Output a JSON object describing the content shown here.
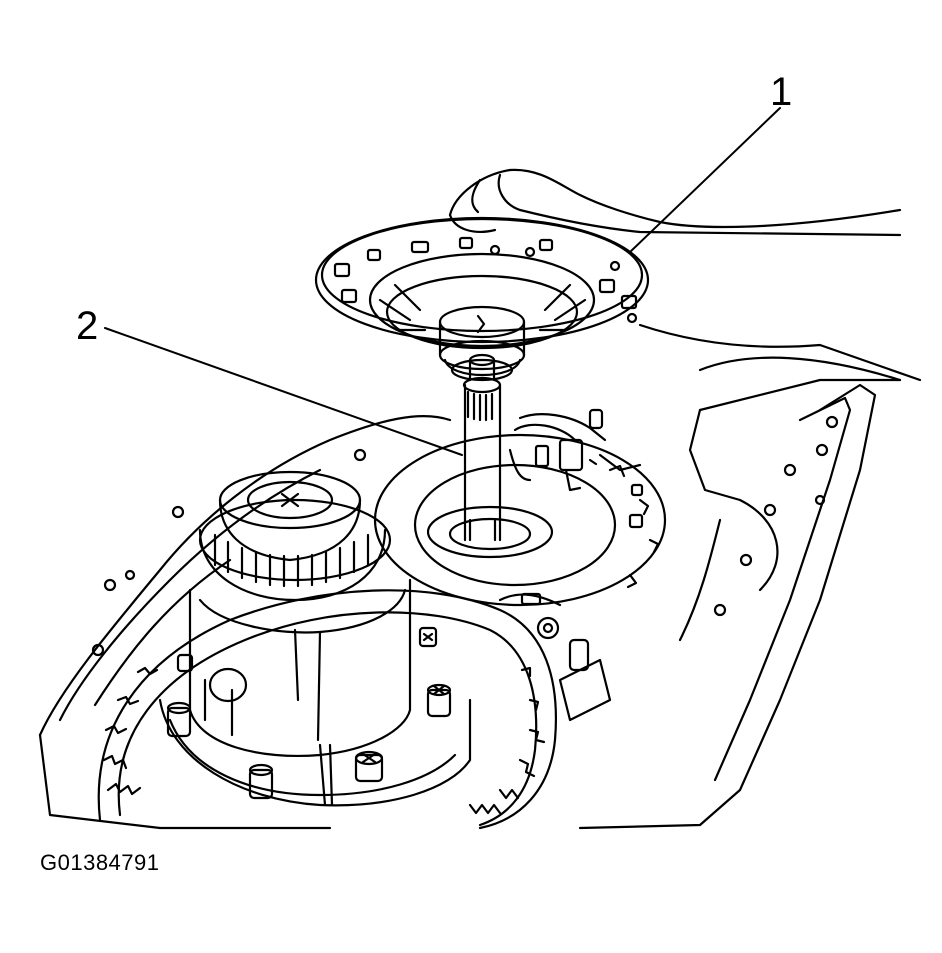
{
  "callouts": [
    {
      "label": "1"
    },
    {
      "label": "2"
    }
  ],
  "figure_id": "G01384791",
  "colors": {
    "ink": "#000000",
    "paper": "#ffffff"
  }
}
